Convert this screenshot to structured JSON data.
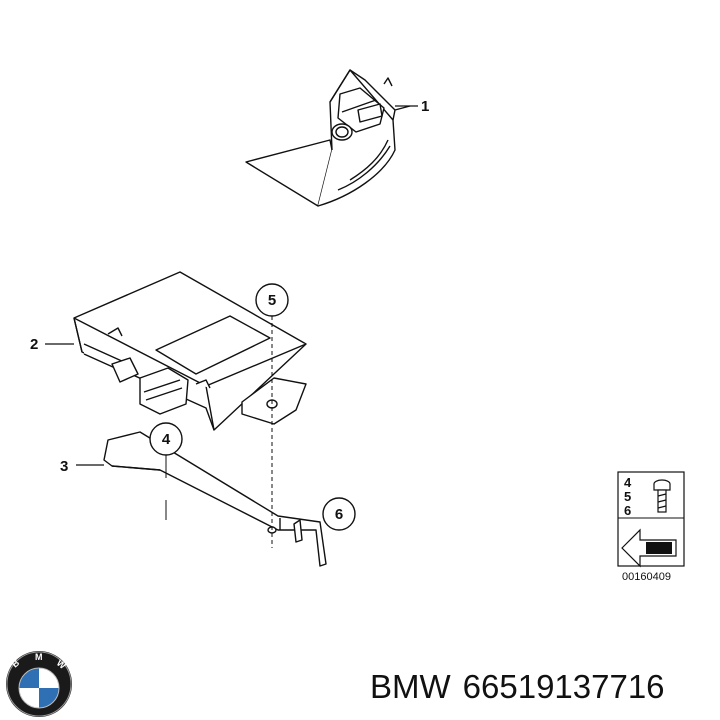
{
  "callouts": {
    "p1": "1",
    "p2": "2",
    "p3": "3",
    "p4": "4",
    "p5": "5",
    "p6": "6"
  },
  "legend_box": {
    "numbers": [
      "4",
      "5",
      "6"
    ],
    "diagram_code": "00160409"
  },
  "footer": {
    "brand": "BMW",
    "part_number": "66519137716"
  },
  "logo": {
    "text": "BMW",
    "colors": {
      "ring": "#1a1a1a",
      "blue": "#2f6fb3",
      "white": "#ffffff"
    }
  }
}
